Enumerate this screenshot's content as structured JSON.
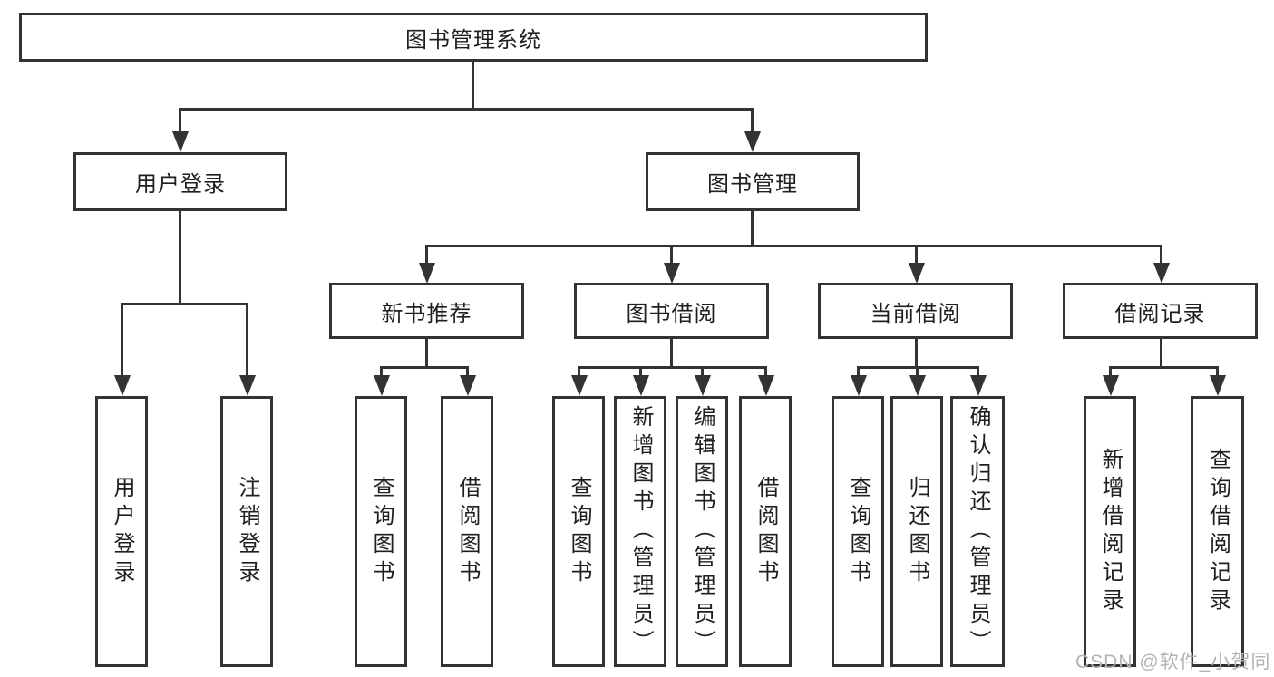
{
  "colors": {
    "line": "#333333",
    "text": "#1f1f1f",
    "background": "#ffffff",
    "watermark": "#b3b3b3"
  },
  "watermark": {
    "text": "CSDN @软件_小贺同学"
  },
  "tree": {
    "root": {
      "label": "图书管理系统",
      "children": [
        {
          "label": "用户登录",
          "children": [
            {
              "label": "用户登录"
            },
            {
              "label": "注销登录"
            }
          ]
        },
        {
          "label": "图书管理",
          "children": [
            {
              "label": "新书推荐",
              "children": [
                {
                  "label": "查询图书"
                },
                {
                  "label": "借阅图书"
                }
              ]
            },
            {
              "label": "图书借阅",
              "children": [
                {
                  "label": "查询图书"
                },
                {
                  "label": "新增图书（管理员）"
                },
                {
                  "label": "编辑图书（管理员）"
                },
                {
                  "label": "借阅图书"
                }
              ]
            },
            {
              "label": "当前借阅",
              "children": [
                {
                  "label": "查询图书"
                },
                {
                  "label": "归还图书"
                },
                {
                  "label": "确认归还（管理员）"
                }
              ]
            },
            {
              "label": "借阅记录",
              "children": [
                {
                  "label": "新增借阅记录"
                },
                {
                  "label": "查询借阅记录"
                }
              ]
            }
          ]
        }
      ]
    }
  }
}
